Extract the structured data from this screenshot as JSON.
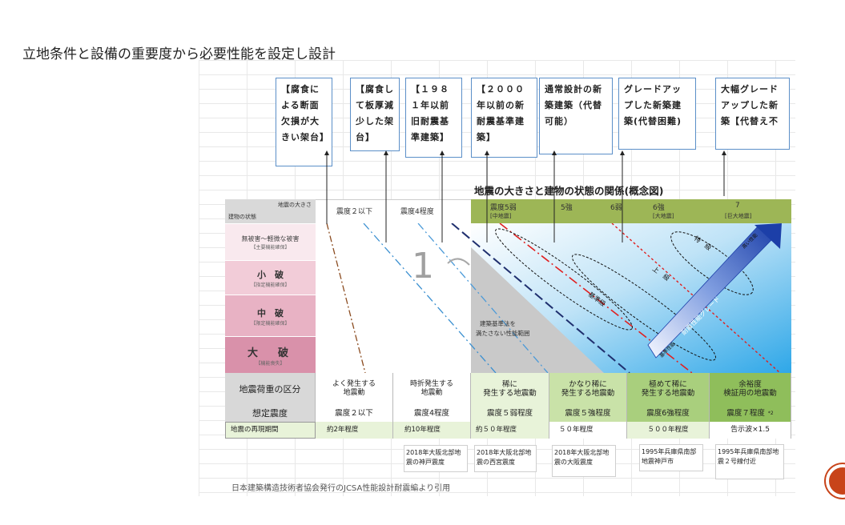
{
  "title": "立地条件と設備の重要度から必要性能を設定し設計",
  "callouts": [
    {
      "text": "【腐食による断面欠損が大きい架台】"
    },
    {
      "text": "【腐食して板厚減少した架台】"
    },
    {
      "text": "【１９８１年以前旧耐震基準建築】"
    },
    {
      "text": "【２０００年以前の新耐震基準建築】"
    },
    {
      "text": "通常設計の新築建築（代替可能）"
    },
    {
      "text": "グレードアップした新築建築(代替困難)"
    },
    {
      "text": "大幅グレードアップした新築【代替え不"
    }
  ],
  "diagram": {
    "title": "地震の大きさと建物の状態の関係(概念図)",
    "corner_top": "地震の大きさ",
    "corner_bottom": "建物の状態",
    "header": [
      {
        "main": "震度２以下",
        "sub": ""
      },
      {
        "main": "震度4程度",
        "sub": ""
      },
      {
        "main": "震度5弱",
        "sub": "[中地震]"
      },
      {
        "main": "5強",
        "sub": ""
      },
      {
        "main": "6弱",
        "sub": ""
      },
      {
        "main": "6強",
        "sub": "[大地震]"
      },
      {
        "main": "7",
        "sub": "[巨大地震]"
      }
    ],
    "states": [
      {
        "main": "無被害〜軽微な被害",
        "sub": "【主要機能確保】"
      },
      {
        "main": "小　破",
        "sub": "【指定機能確保】"
      },
      {
        "main": "中　破",
        "sub": "【限定機能確保】"
      },
      {
        "main": "大　破",
        "sub": "【機能喪失】"
      }
    ],
    "overlay_number": "1",
    "region_label": "建築基準法を満たさない性能範囲",
    "band_labels": {
      "base": "基準級",
      "upper": "上　級",
      "special": "特　級",
      "high_performance": "高い性能",
      "base_performance": "基準性能",
      "arrow": "耐震性能グレード"
    }
  },
  "table": {
    "rows": [
      {
        "label": "地震荷重の区分",
        "cells": [
          "よく発生する\n地震動",
          "時折発生する\n地震動",
          "稀に\n発生する地震動",
          "かなり稀に\n発生する地震動",
          "極めて稀に\n発生する地震動",
          "余裕度\n検証用の地震動"
        ]
      },
      {
        "label": "想定震度",
        "cells": [
          "震度２以下",
          "震度4程度",
          "震度５弱程度",
          "震度５強程度",
          "震度6強程度",
          "震度７程度"
        ],
        "note": "*2"
      },
      {
        "label": "地震の再現期間",
        "cells": [
          "約2年程度",
          "約10年程度",
          "約５０年程度",
          "５０年程度",
          "５００年程度",
          "告示波×1.5"
        ]
      }
    ],
    "examples": [
      "2018年大阪北部地震の神戸震度",
      "2018年大阪北部地震の西宮震度",
      "2018年大阪北部地震の大阪震度",
      "1995年兵庫県南部地震神戸市",
      "1995年兵庫県南部地震２号線付近"
    ]
  },
  "footnote": "日本建築構造技術者協会発行のJCSA性能設計耐震編より引用",
  "colors": {
    "header_green": "#9db656",
    "accent_orange": "#c8441a",
    "callout_border": "#5b8fc8"
  }
}
